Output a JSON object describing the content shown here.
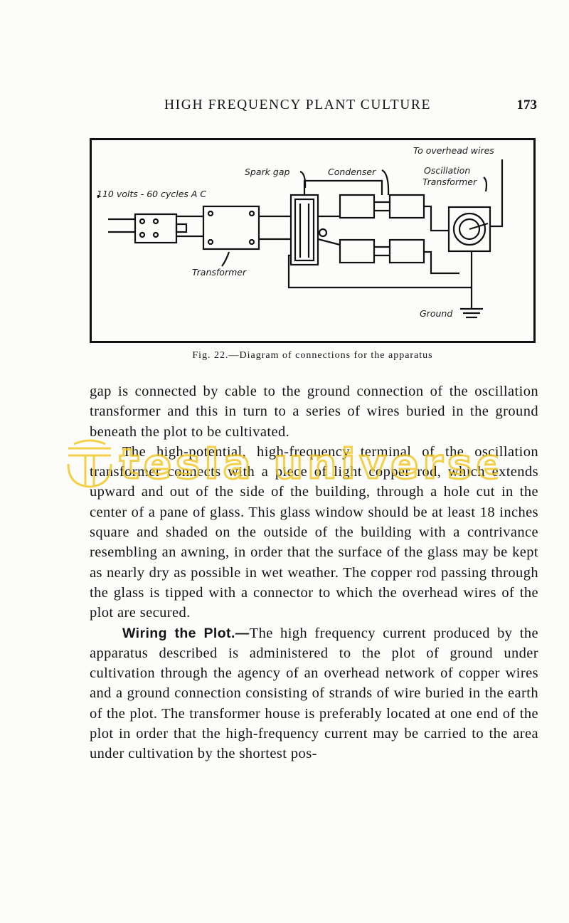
{
  "header": {
    "running_title": "HIGH FREQUENCY PLANT CULTURE",
    "page_number": "173"
  },
  "figure": {
    "caption": "Fig. 22.—Diagram of connections for the apparatus",
    "labels": {
      "overhead": "To overhead wires",
      "spark_gap": "Spark gap",
      "condenser": "Condenser",
      "oscillation_line1": "Oscillation",
      "oscillation_line2": "Transformer",
      "supply": "110 volts - 60 cycles A C",
      "transformer": "Transformer",
      "ground": "Ground"
    }
  },
  "body": {
    "p1": "gap is connected by cable to the ground connection of the oscillation transformer and this in turn to a series of wires buried in the ground beneath the plot to be cultivated.",
    "p2": "The high-potential, high-frequency terminal of the oscillation transformer connects with a piece of light copper rod, which extends upward and out of the side of the building, through a hole cut in the center of a pane of glass. This glass window should be at least 18 inches square and shaded on the outside of the building with a contrivance resembling an awning, in order that the surface of the glass may be kept as nearly dry as possible in wet weather. The copper rod passing through the glass is tipped with a connector to which the overhead wires of the plot are secured.",
    "p3_heading": "Wiring the Plot.—",
    "p3": "The high frequency current produced by the apparatus described is administered to the plot of ground under cultivation through the agency of an overhead network of copper wires and a ground connection consisting of strands of wire buried in the earth of the plot. The transformer house is preferably located at one end of the plot in order that the high-frequency current may be carried to the area under cultivation by the shortest pos-"
  },
  "watermark": {
    "text": "tesla universe",
    "color": "#f0c419"
  }
}
